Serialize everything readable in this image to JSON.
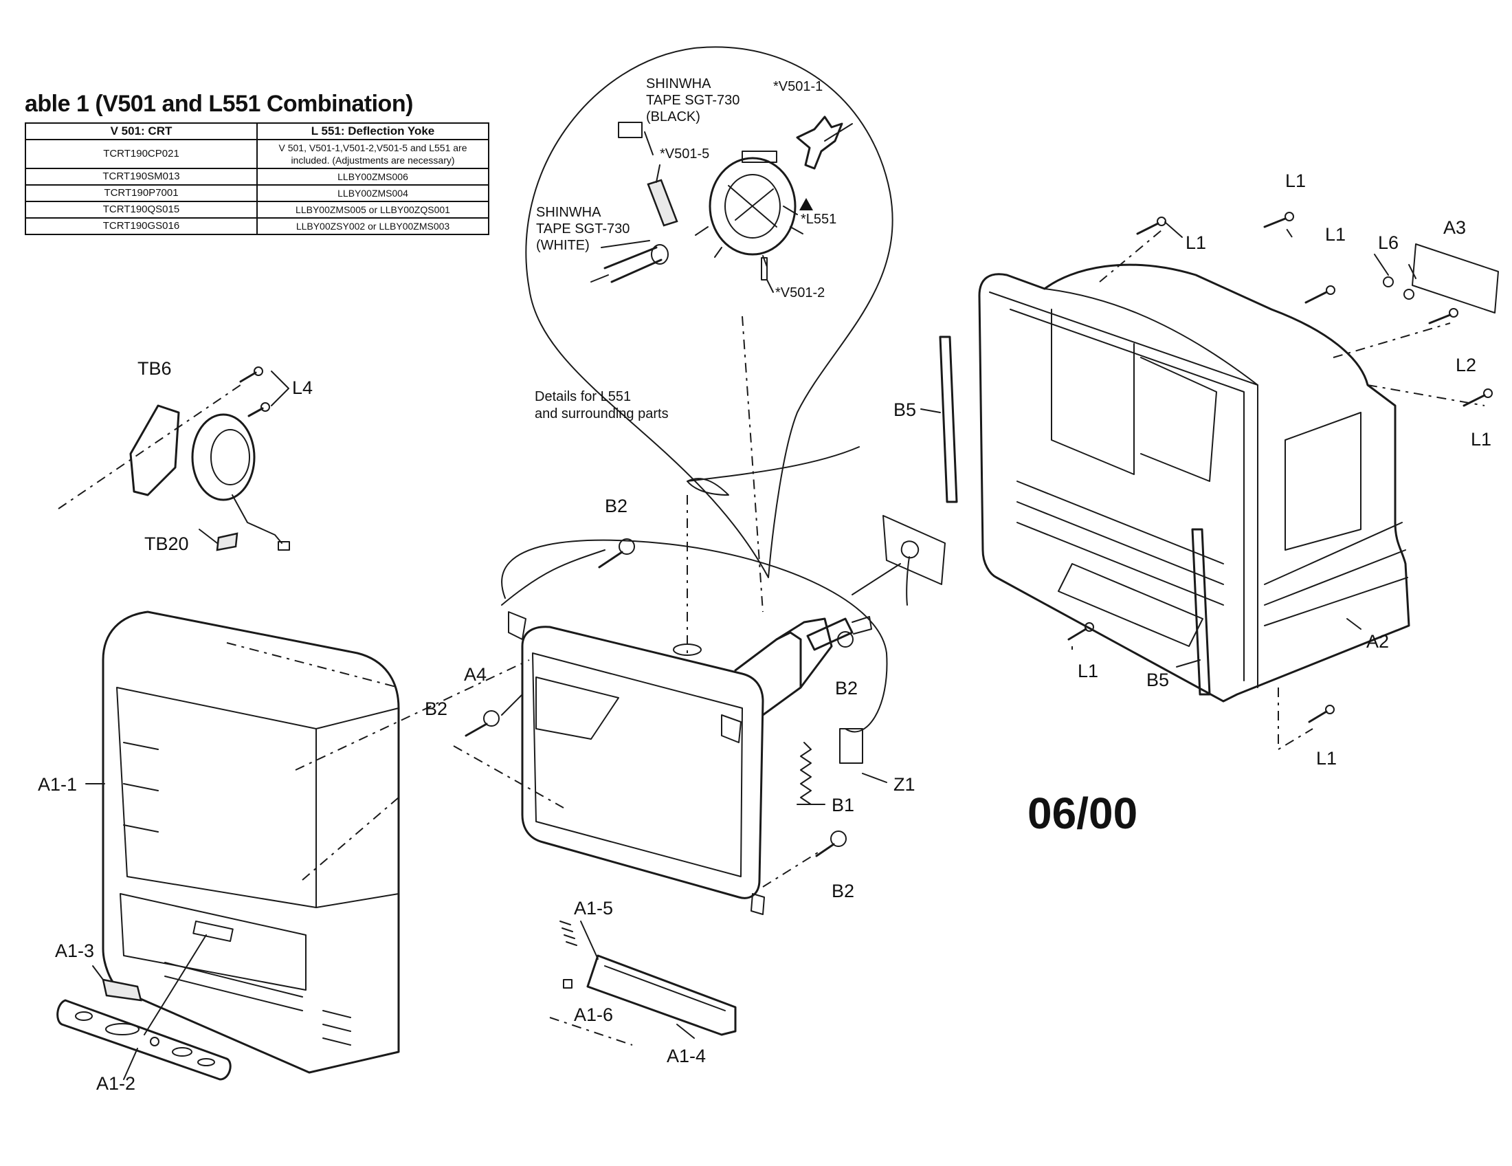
{
  "table": {
    "title": "able 1 (V501 and L551 Combination)",
    "headers": [
      "V 501: CRT",
      "L 551: Deflection Yoke"
    ],
    "rows": [
      {
        "crt": "TCRT190CP021",
        "yoke": "V 501, V501-1,V501-2,V501-5 and L551 are included. (Adjustments are necessary)"
      },
      {
        "crt": "TCRT190SM013",
        "yoke": "LLBY00ZMS006"
      },
      {
        "crt": "TCRT190P7001",
        "yoke": "LLBY00ZMS004"
      },
      {
        "crt": "TCRT190QS015",
        "yoke": "LLBY00ZMS005 or LLBY00ZQS001"
      },
      {
        "crt": "TCRT190GS016",
        "yoke": "LLBY00ZSY002 or LLBY00ZMS003"
      }
    ]
  },
  "detail": {
    "caption_line1": "Details for L551",
    "caption_line2": "and surrounding parts",
    "tape_black": [
      "SHINWHA",
      "TAPE SGT-730",
      "(BLACK)"
    ],
    "tape_white": [
      "SHINWHA",
      "TAPE SGT-730",
      "(WHITE)"
    ],
    "v501_1": "*V501-1",
    "v501_5": "*V501-5",
    "v501_2": "*V501-2",
    "l551": "*L551"
  },
  "labels": {
    "TB6": "TB6",
    "L4": "L4",
    "TB20": "TB20",
    "A1_1": "A1-1",
    "A1_2": "A1-2",
    "A1_3": "A1-3",
    "A1_4": "A1-4",
    "A1_5": "A1-5",
    "A1_6": "A1-6",
    "A4": "A4",
    "B2a": "B2",
    "B2b": "B2",
    "B2c": "B2",
    "B2d": "B2",
    "B1": "B1",
    "Z1": "Z1",
    "B5a": "B5",
    "B5b": "B5",
    "L1a": "L1",
    "L1b": "L1",
    "L1c": "L1",
    "L1d": "L1",
    "L1e": "L1",
    "L1f": "L1",
    "L6": "L6",
    "A3": "A3",
    "L2": "L2",
    "A2": "A2"
  },
  "date_code": "06/00"
}
